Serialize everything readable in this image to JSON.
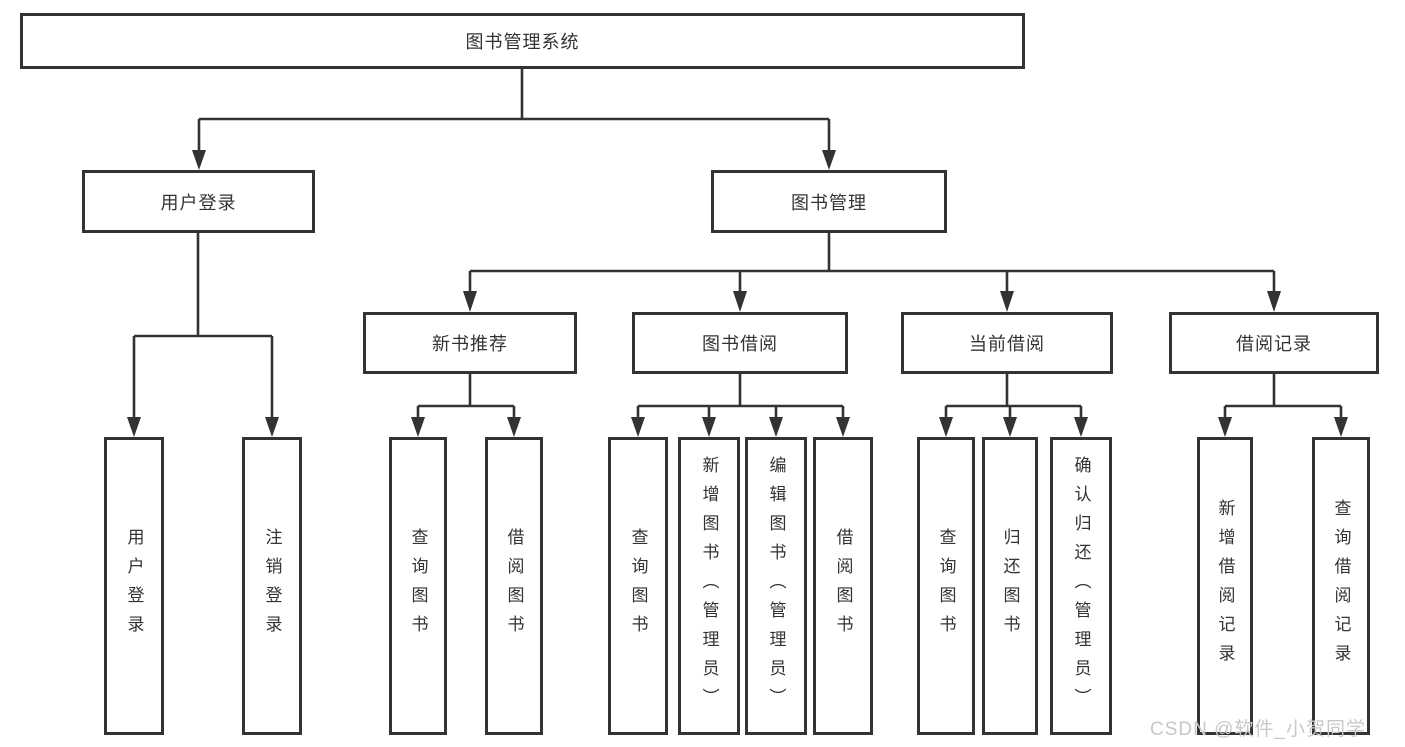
{
  "tree": {
    "label": "图书管理系统",
    "children": [
      {
        "label": "用户登录",
        "children": [
          {
            "label": "用户登录"
          },
          {
            "label": "注销登录"
          }
        ]
      },
      {
        "label": "图书管理",
        "children": [
          {
            "label": "新书推荐",
            "children": [
              {
                "label": "查询图书"
              },
              {
                "label": "借阅图书"
              }
            ]
          },
          {
            "label": "图书借阅",
            "children": [
              {
                "label": "查询图书"
              },
              {
                "label": "新增图书（管理员）"
              },
              {
                "label": "编辑图书（管理员）"
              },
              {
                "label": "借阅图书"
              }
            ]
          },
          {
            "label": "当前借阅",
            "children": [
              {
                "label": "查询图书"
              },
              {
                "label": "归还图书"
              },
              {
                "label": "确认归还（管理员）"
              }
            ]
          },
          {
            "label": "借阅记录",
            "children": [
              {
                "label": "新增借阅记录"
              },
              {
                "label": "查询借阅记录"
              }
            ]
          }
        ]
      }
    ]
  },
  "watermark": {
    "text": "CSDN @软件_小贺同学"
  },
  "colors": {
    "line": "#333333",
    "text": "#333333",
    "watermark": "#c8c8c8"
  }
}
